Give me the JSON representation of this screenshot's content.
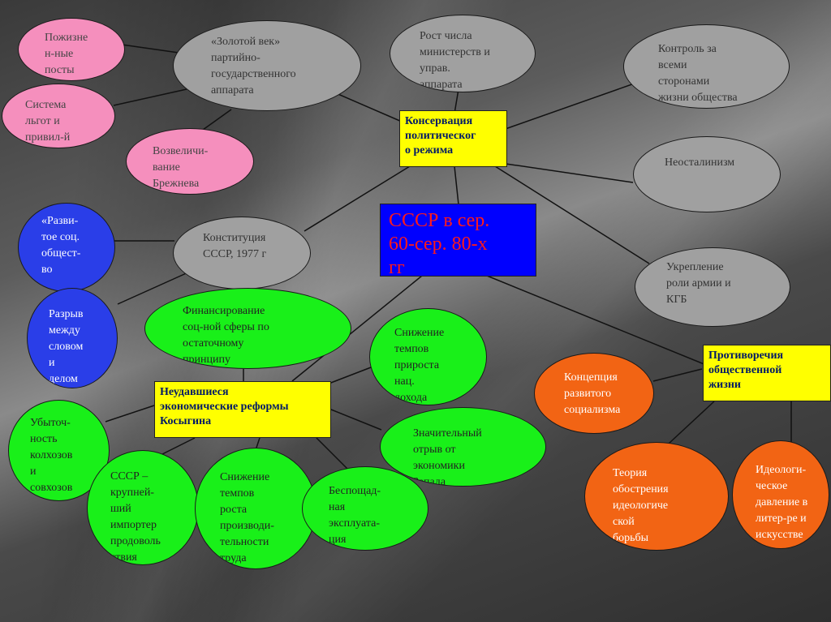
{
  "center": {
    "label": "СССР в сер.\n60-сер. 80-х\nгг"
  },
  "hubs": {
    "politics": "Консервация\nполитическог\nо режима",
    "economy": "Неудавшиеся\nэкономические реформы\nКосыгина",
    "society": "Противоречия\nобщественной\nжизни"
  },
  "nodes": {
    "lifetime_posts": "Пожизне\nн-ные\nпосты",
    "privileges": "Система\nльгот и\nпривил-й",
    "golden_age": "«Золотой век»\nпартийно-\nгосударственного\nаппарата",
    "brezhnev": "Возвеличи-\nвание\nБрежнева",
    "ministries": "Рост числа\nминистерств и\nуправ.\nаппарата",
    "control": "Контроль за\nвсеми\nсторонами\nжизни общества",
    "neostalinism": "Неосталинизм",
    "army_kgb": "Укрепление\nроли армии и\nКГБ",
    "constitution": "Конституция\nСССР, 1977 г",
    "developed_society": "«Разви-\nтое соц.\nобщест-\nво",
    "word_deed": "Разрыв\nмежду\nсловом\nи\nделом",
    "social_funding": "Финансирование\nсоц-ной сферы по\nостаточному\nпринципу",
    "income_growth": "Снижение\nтемпов\nприроста\nнац.\nдохода",
    "unprofitable": "Убыточ-\nность\nколхозов\nи\nсовхозов",
    "importer": "СССР –\nкрупней-\nший\nимпортер\nпродоволь\nствия",
    "productivity": "Снижение\nтемпов\nроста\nпроизводи-\nтельности\nтруда",
    "exploitation": "Беспощад-\nная\nэксплуата-\nция\nприродной\nсреды",
    "lag_west": "Значительный\nотрыв от\nэкономики\nЗапада",
    "developed_socialism": "Концепция\nразвитого\nсоциализма",
    "ideological_struggle": "Теория\nобострения\nидеологиче\nской\nборьбы",
    "ideological_pressure": "Идеологи-\nческое\nдавление в\nлитер-ре и\nискусстве"
  },
  "colors": {
    "pink": "#f58fbd",
    "gray": "#a0a0a0",
    "blue": "#2a3ee8",
    "green": "#19f019",
    "orange": "#f26414",
    "hub": "#ffff00",
    "center_fill": "#0000ff",
    "center_text": "#ff1a1a"
  }
}
